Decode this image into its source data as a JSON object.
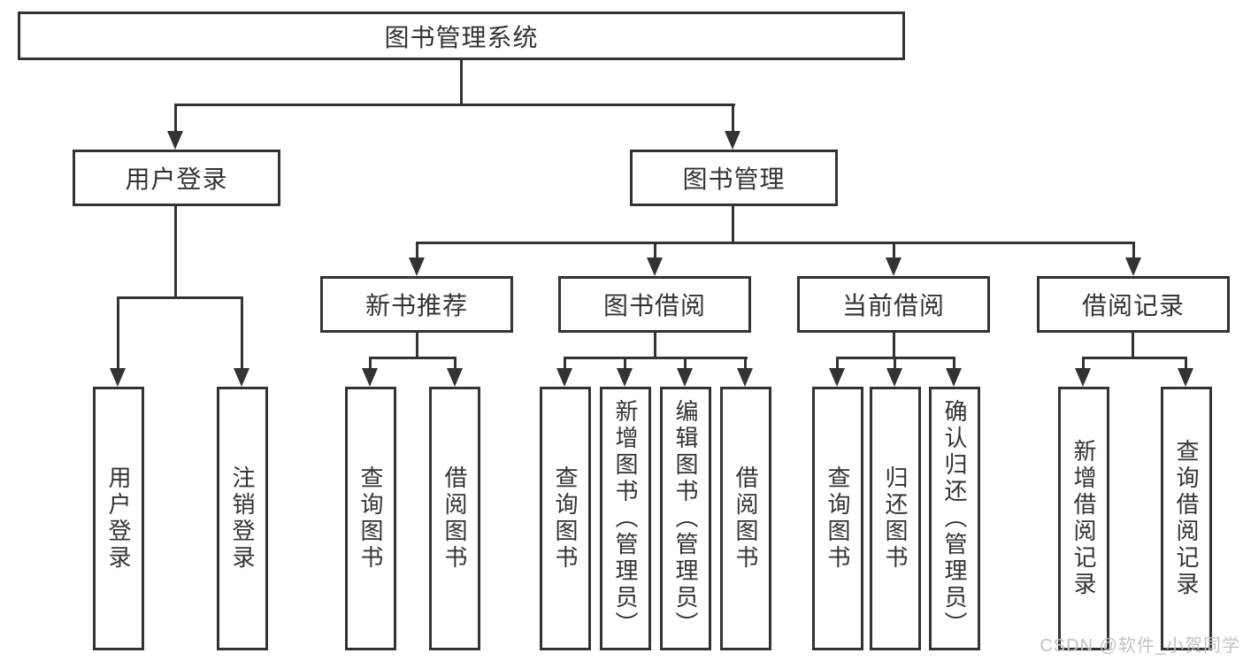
{
  "diagram": {
    "title": "图书管理系统",
    "nodes": {
      "root": "图书管理系统",
      "user_login": "用户登录",
      "book_management": "图书管理",
      "new_book_recommend": "新书推荐",
      "book_borrow": "图书借阅",
      "current_borrow": "当前借阅",
      "borrow_record": "借阅记录",
      "leaf_user_login": "用户登录",
      "leaf_logout": "注销登录",
      "leaf_nb_query_book": "查询图书",
      "leaf_nb_borrow_book": "借阅图书",
      "leaf_bb_query_book": "查询图书",
      "leaf_bb_add_book": "新增图书（管理员）",
      "leaf_bb_edit_book": "编辑图书（管理员）",
      "leaf_bb_borrow_book": "借阅图书",
      "leaf_cb_query_book": "查询图书",
      "leaf_cb_return_book": "归还图书",
      "leaf_cb_confirm_return": "确认归还（管理员）",
      "leaf_br_add_record": "新增借阅记录",
      "leaf_br_query_record": "查询借阅记录"
    },
    "hierarchy": [
      {
        "parent": "图书管理系统",
        "children": [
          "用户登录",
          "图书管理"
        ]
      },
      {
        "parent": "用户登录",
        "children": [
          "用户登录",
          "注销登录"
        ]
      },
      {
        "parent": "图书管理",
        "children": [
          "新书推荐",
          "图书借阅",
          "当前借阅",
          "借阅记录"
        ]
      },
      {
        "parent": "新书推荐",
        "children": [
          "查询图书",
          "借阅图书"
        ]
      },
      {
        "parent": "图书借阅",
        "children": [
          "查询图书",
          "新增图书（管理员）",
          "编辑图书（管理员）",
          "借阅图书"
        ]
      },
      {
        "parent": "当前借阅",
        "children": [
          "查询图书",
          "归还图书",
          "确认归还（管理员）"
        ]
      },
      {
        "parent": "借阅记录",
        "children": [
          "新增借阅记录",
          "查询借阅记录"
        ]
      }
    ],
    "colors": {
      "line": "#333333",
      "text": "#333333",
      "background": "#ffffff",
      "watermark": "#c3c3c3"
    }
  },
  "watermark": "CSDN @软件_小贺同学"
}
